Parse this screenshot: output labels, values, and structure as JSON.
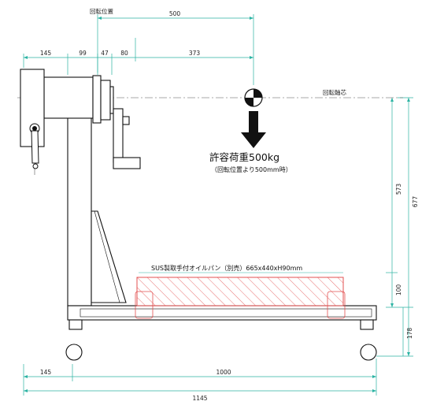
{
  "top_dims": {
    "rotation_label": "回転位置",
    "d500": "500",
    "d145": "145",
    "d99": "99",
    "d47": "47",
    "d80": "80",
    "d373": "373"
  },
  "axis_label": "回転軸芯",
  "load": {
    "title": "許容荷重500kg",
    "note": "（回転位置より500mm時）"
  },
  "pan_label": "SUS製取手付オイルパン（別売）665x440xH90mm",
  "right_dims": {
    "d573": "573",
    "d677": "677",
    "d100": "100",
    "d178": "178"
  },
  "bottom_dims": {
    "d145": "145",
    "d1000": "1000",
    "d1145": "1145"
  },
  "colors": {
    "dim": "#2bb3a3",
    "hatch": "#e35050",
    "ink": "#111111",
    "axis": "#444444"
  }
}
